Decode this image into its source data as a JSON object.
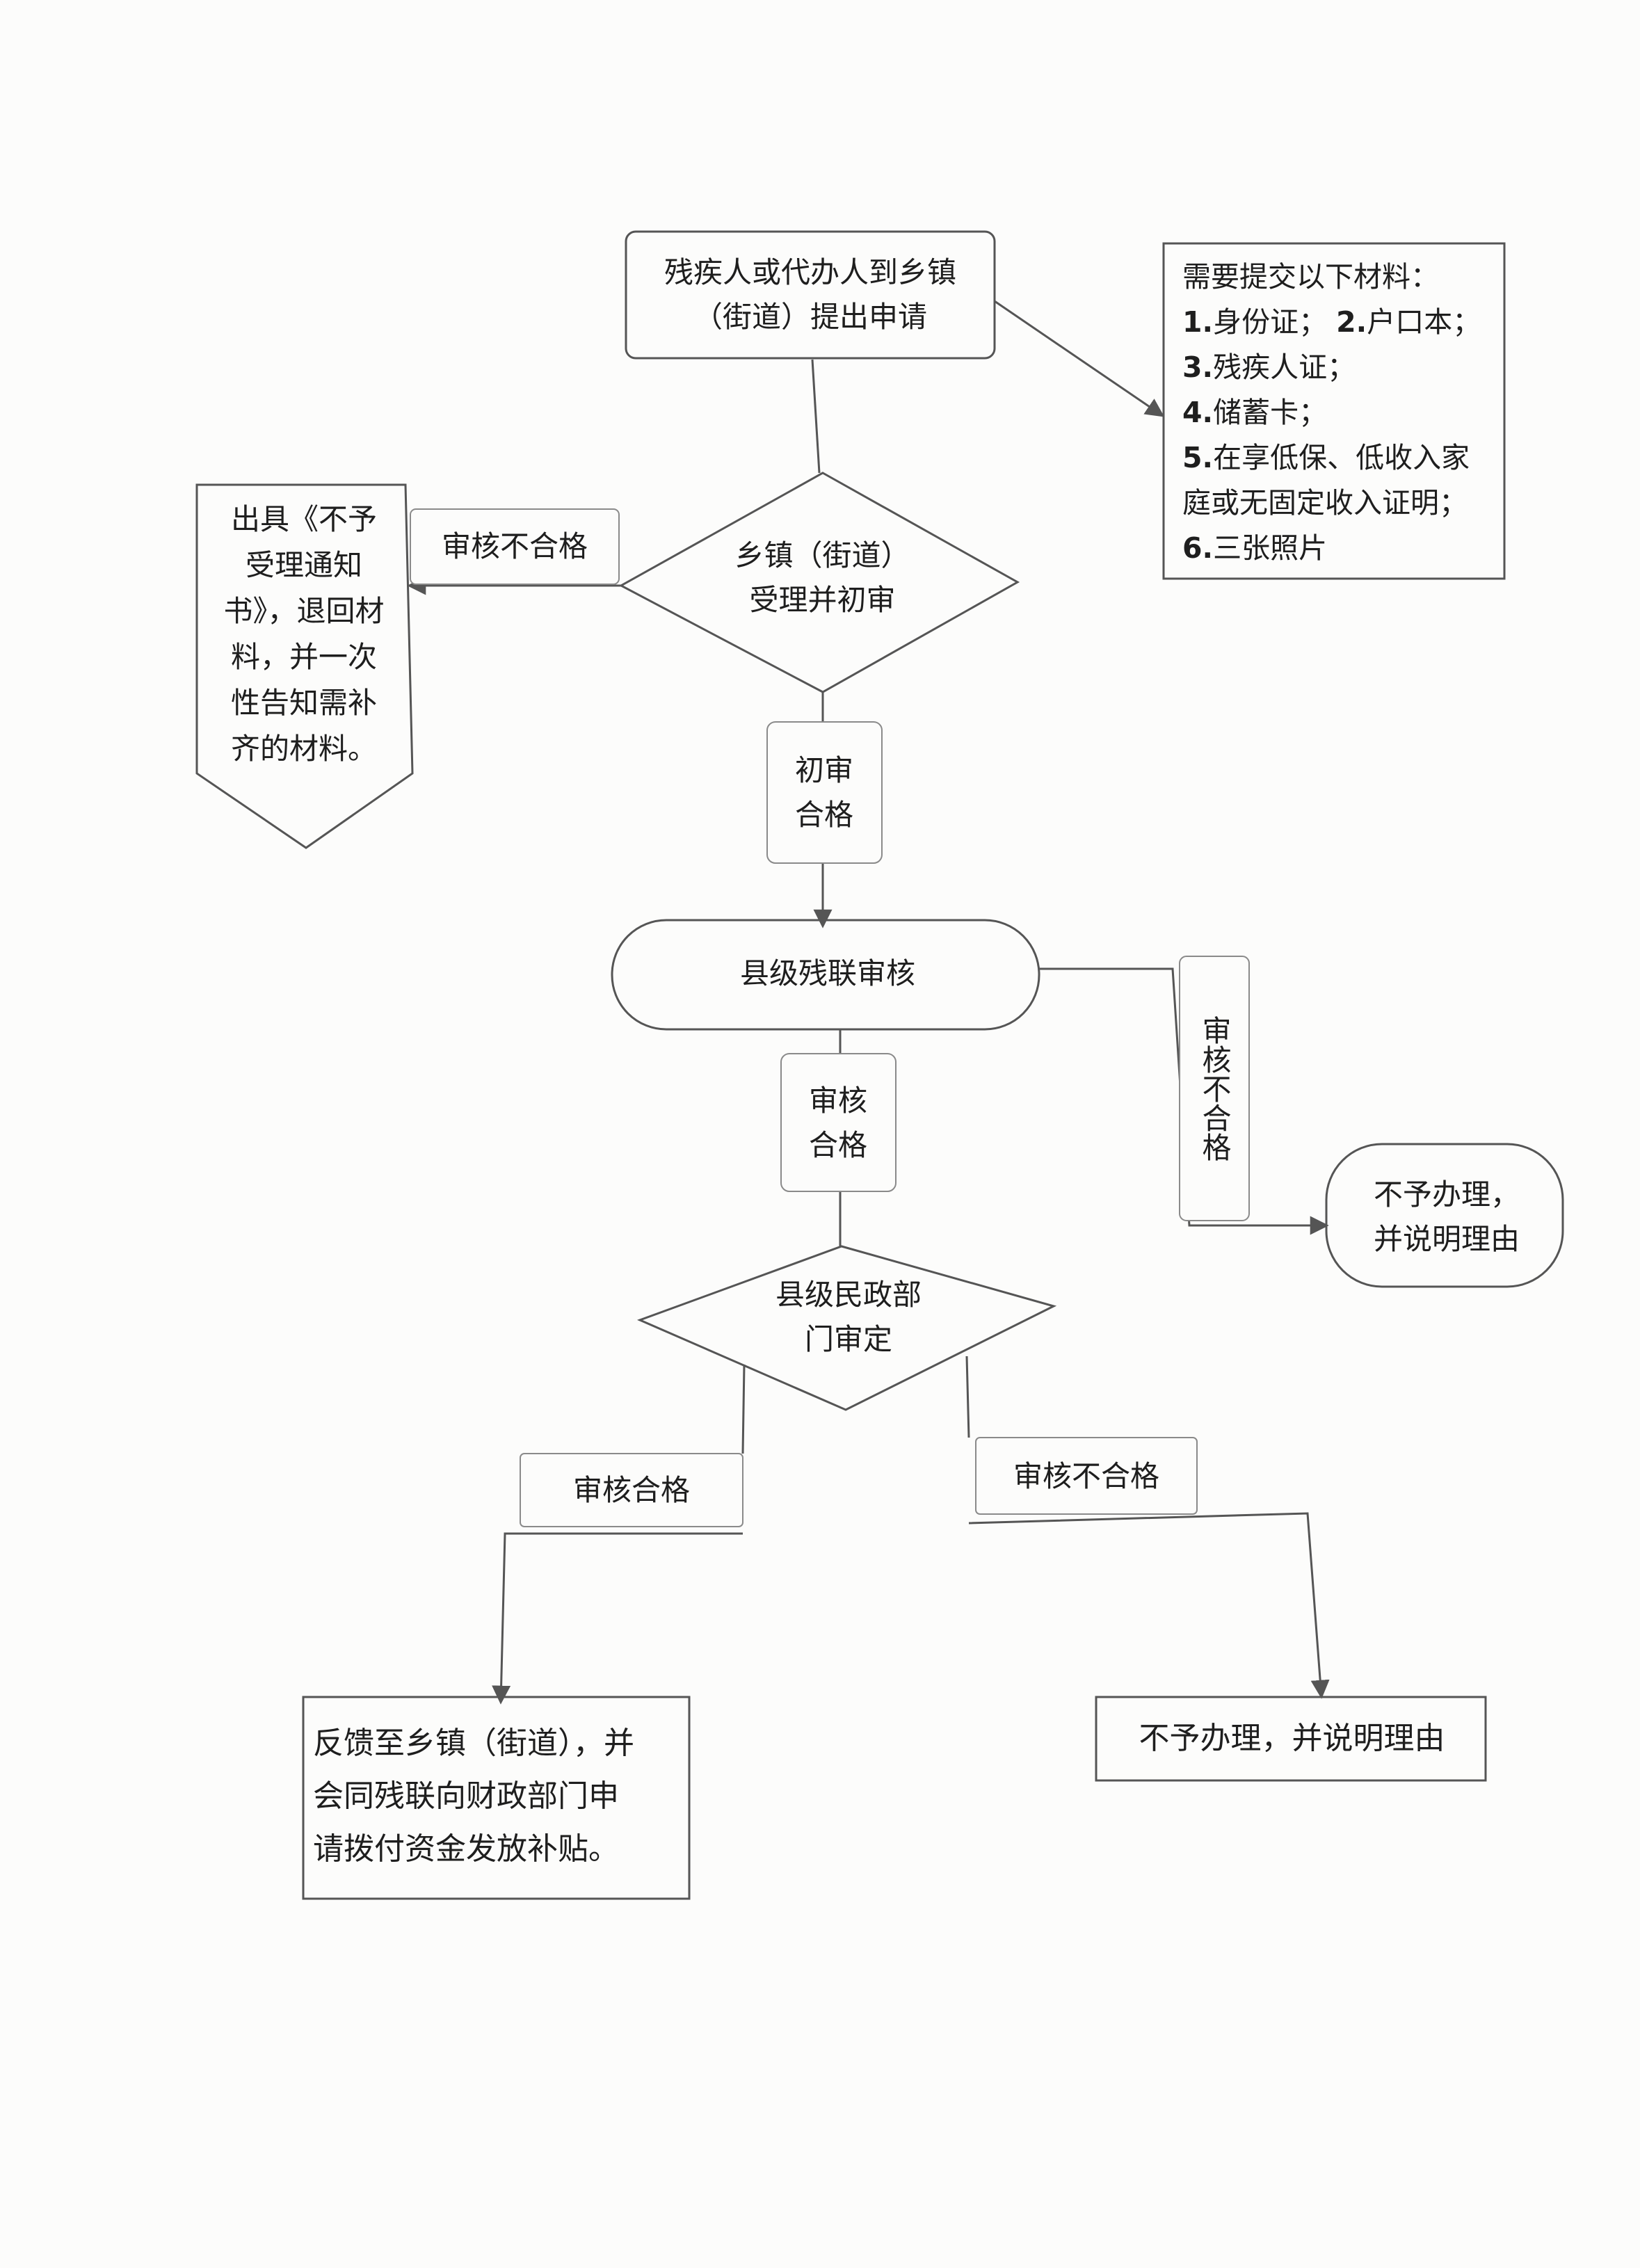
{
  "nodes": {
    "apply": "残疾人或代办人到乡镇\n（街道）提出申请",
    "township_review": "乡镇（街道）\n受理并初审",
    "reject_notice": "出具《不予\n受理通知\n书》，退回材\n料，并一次\n性告知需补\n齐的材料。",
    "county_federation": "县级残联审核",
    "not_handled_1": "不予办理，\n并说明理由",
    "civil_affairs": "县级民政部\n门审定",
    "feedback": "反馈至乡镇（街道），并\n会同残联向财政部门申\n请拨付资金发放补贴。",
    "not_handled_2": "不予办理，并说明理由"
  },
  "materials": {
    "heading": "需要提交以下材料：",
    "items": [
      {
        "num": "1.",
        "text": "身份证；"
      },
      {
        "num": "2.",
        "text": "户口本；"
      },
      {
        "num": "3.",
        "text": "残疾人证；"
      },
      {
        "num": "4.",
        "text": "储蓄卡；"
      },
      {
        "num": "5.",
        "text": "在享低保、低收入家"
      },
      {
        "num": "",
        "text": "庭或无固定收入证明；"
      },
      {
        "num": "6.",
        "text": "三张照片"
      }
    ]
  },
  "edge_labels": {
    "township_fail": "审核不合格",
    "initial_pass": "初审\n合格",
    "federation_pass": "审核\n合格",
    "federation_fail": "审核不合格",
    "civil_pass": "审核合格",
    "civil_fail": "审核不合格"
  },
  "colors": {
    "stroke": "#555555",
    "text": "#1e1e1e",
    "paper": "#fcfcfb"
  }
}
